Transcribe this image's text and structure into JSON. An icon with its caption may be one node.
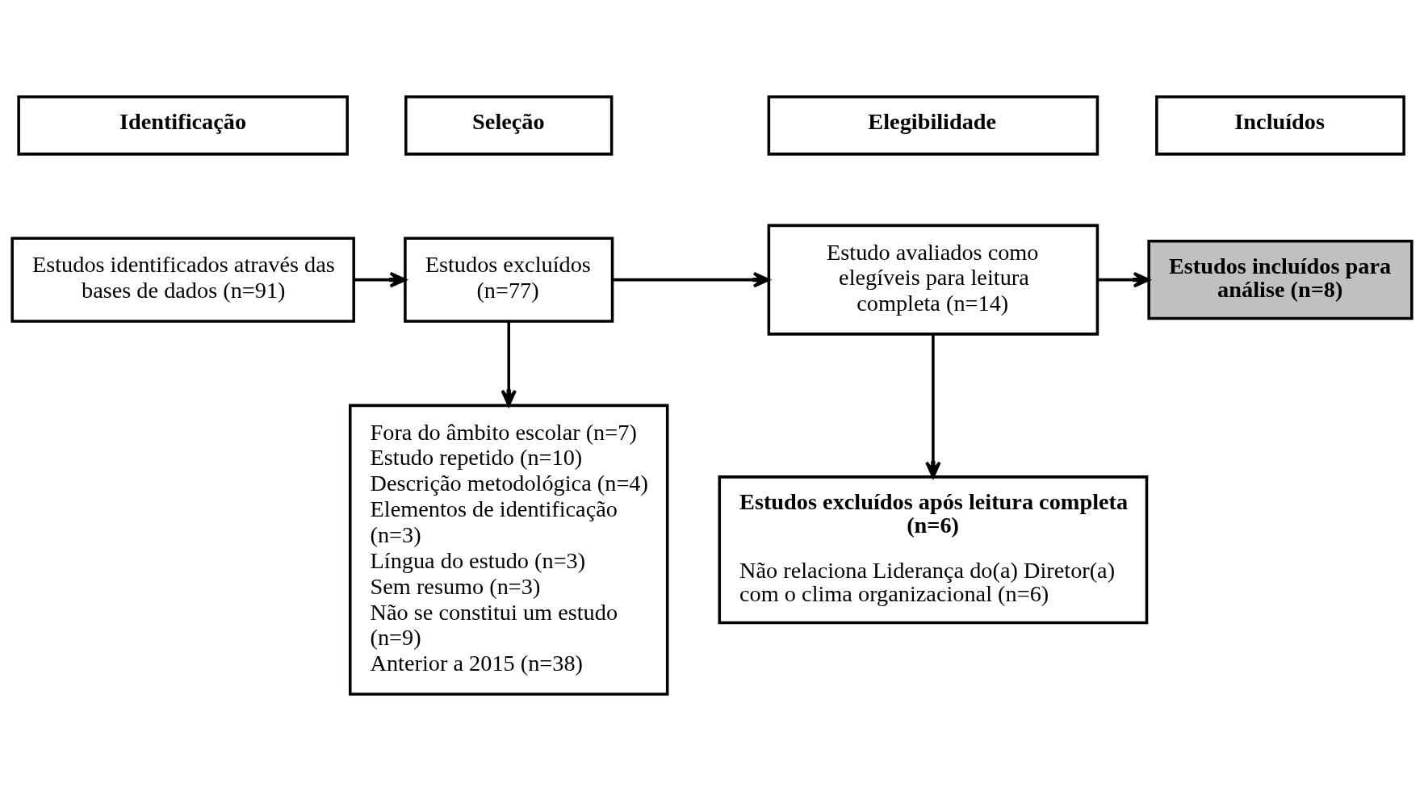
{
  "diagram": {
    "nodes": [
      {
        "text": [
          "Identificação"
        ]
      },
      {
        "text": [
          "Seleção"
        ]
      },
      {
        "text": [
          "Elegibilidade"
        ]
      },
      {
        "text": [
          "Incluídos"
        ]
      },
      {
        "text": [
          "Estudos identificados através das bases de dados (n=91)"
        ]
      },
      {
        "text": [
          "Estudos excluídos (n=77)"
        ]
      },
      {
        "text": [
          "Estudo avaliados como elegíveis para leitura completa (n=14)"
        ]
      },
      {
        "text": [
          "Estudos incluídos para análise (n=8)"
        ]
      },
      {
        "text": [
          "Fora do âmbito escolar (n=7)",
          "Estudo repetido (n=10)",
          "Descrição metodológica (n=4)",
          "Elementos de identificação (n=3)",
          "Língua do estudo (n=3)",
          "Sem resumo (n=3)",
          "Não se constitui um estudo (n=9)",
          "Anterior a 2015 (n=38)"
        ]
      },
      {
        "text": [
          "Estudos excluídos após leitura completa (n=6)",
          "Não relaciona Liderança do(a) Diretor(a) com o clima organizacional (n=6)"
        ]
      }
    ],
    "edges": [
      {
        "from": 4,
        "to": 5,
        "arrow": "to"
      },
      {
        "from": 5,
        "to": 8,
        "arrow": "to"
      },
      {
        "from": 5,
        "to": 6,
        "arrow": "to"
      },
      {
        "from": 6,
        "to": 9,
        "arrow": "to"
      },
      {
        "from": 6,
        "to": 7,
        "arrow": "to"
      }
    ]
  }
}
